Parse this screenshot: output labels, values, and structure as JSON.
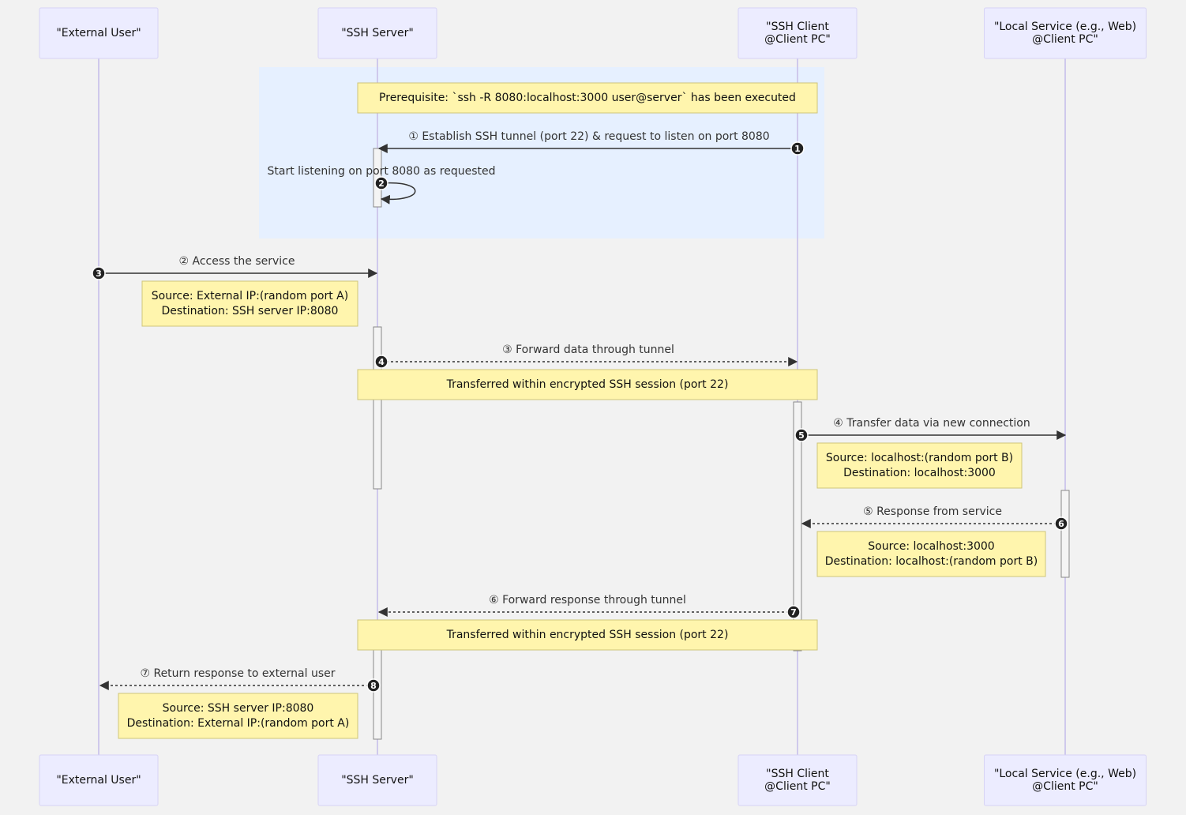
{
  "participants": [
    {
      "id": "user",
      "lines": [
        "\"External User\""
      ]
    },
    {
      "id": "server",
      "lines": [
        "\"SSH Server\""
      ]
    },
    {
      "id": "client",
      "lines": [
        "\"SSH Client",
        "@Client PC\""
      ]
    },
    {
      "id": "local",
      "lines": [
        "\"Local Service (e.g., Web)",
        "@Client PC\""
      ]
    }
  ],
  "messages": [
    {
      "seq": "1",
      "text": "① Establish SSH tunnel (port 22) & request to listen on port 8080",
      "from": "client",
      "to": "server",
      "style": "solid"
    },
    {
      "seq": "2",
      "text": "Start listening on port 8080 as requested",
      "from": "server",
      "to": "server",
      "style": "solid"
    },
    {
      "seq": "3",
      "text": "② Access the service",
      "from": "user",
      "to": "server",
      "style": "solid"
    },
    {
      "seq": "4",
      "text": "③ Forward data through tunnel",
      "from": "server",
      "to": "client",
      "style": "dotted"
    },
    {
      "seq": "5",
      "text": "④ Transfer data via new connection",
      "from": "client",
      "to": "local",
      "style": "solid"
    },
    {
      "seq": "6",
      "text": "⑤ Response from service",
      "from": "local",
      "to": "client",
      "style": "dotted"
    },
    {
      "seq": "7",
      "text": "⑥ Forward response through tunnel",
      "from": "client",
      "to": "server",
      "style": "dotted"
    },
    {
      "seq": "8",
      "text": "⑦ Return response to external user",
      "from": "server",
      "to": "user",
      "style": "dotted"
    }
  ],
  "notes": [
    {
      "id": "prereq",
      "lines": [
        "Prerequisite: `ssh -R 8080:localhost:3000 user@server` has been executed"
      ]
    },
    {
      "id": "access",
      "lines": [
        "Source: External IP:(random port A)",
        "Destination: SSH server IP:8080"
      ]
    },
    {
      "id": "tunnel1",
      "lines": [
        "Transferred within encrypted SSH session (port 22)"
      ]
    },
    {
      "id": "transfer",
      "lines": [
        "Source: localhost:(random port B)",
        "Destination: localhost:3000"
      ]
    },
    {
      "id": "response",
      "lines": [
        "Source: localhost:3000",
        "Destination: localhost:(random port B)"
      ]
    },
    {
      "id": "tunnel2",
      "lines": [
        "Transferred within encrypted SSH session (port 22)"
      ]
    },
    {
      "id": "return",
      "lines": [
        "Source: SSH server IP:8080",
        "Destination: External IP:(random port A)"
      ]
    }
  ],
  "colors": {
    "background": "#f2f2f2",
    "actor_fill": "#ececff",
    "lifeline": "#cfc9ec",
    "note_fill": "#fff5ad",
    "rect_highlight": "#e6f0ff"
  }
}
